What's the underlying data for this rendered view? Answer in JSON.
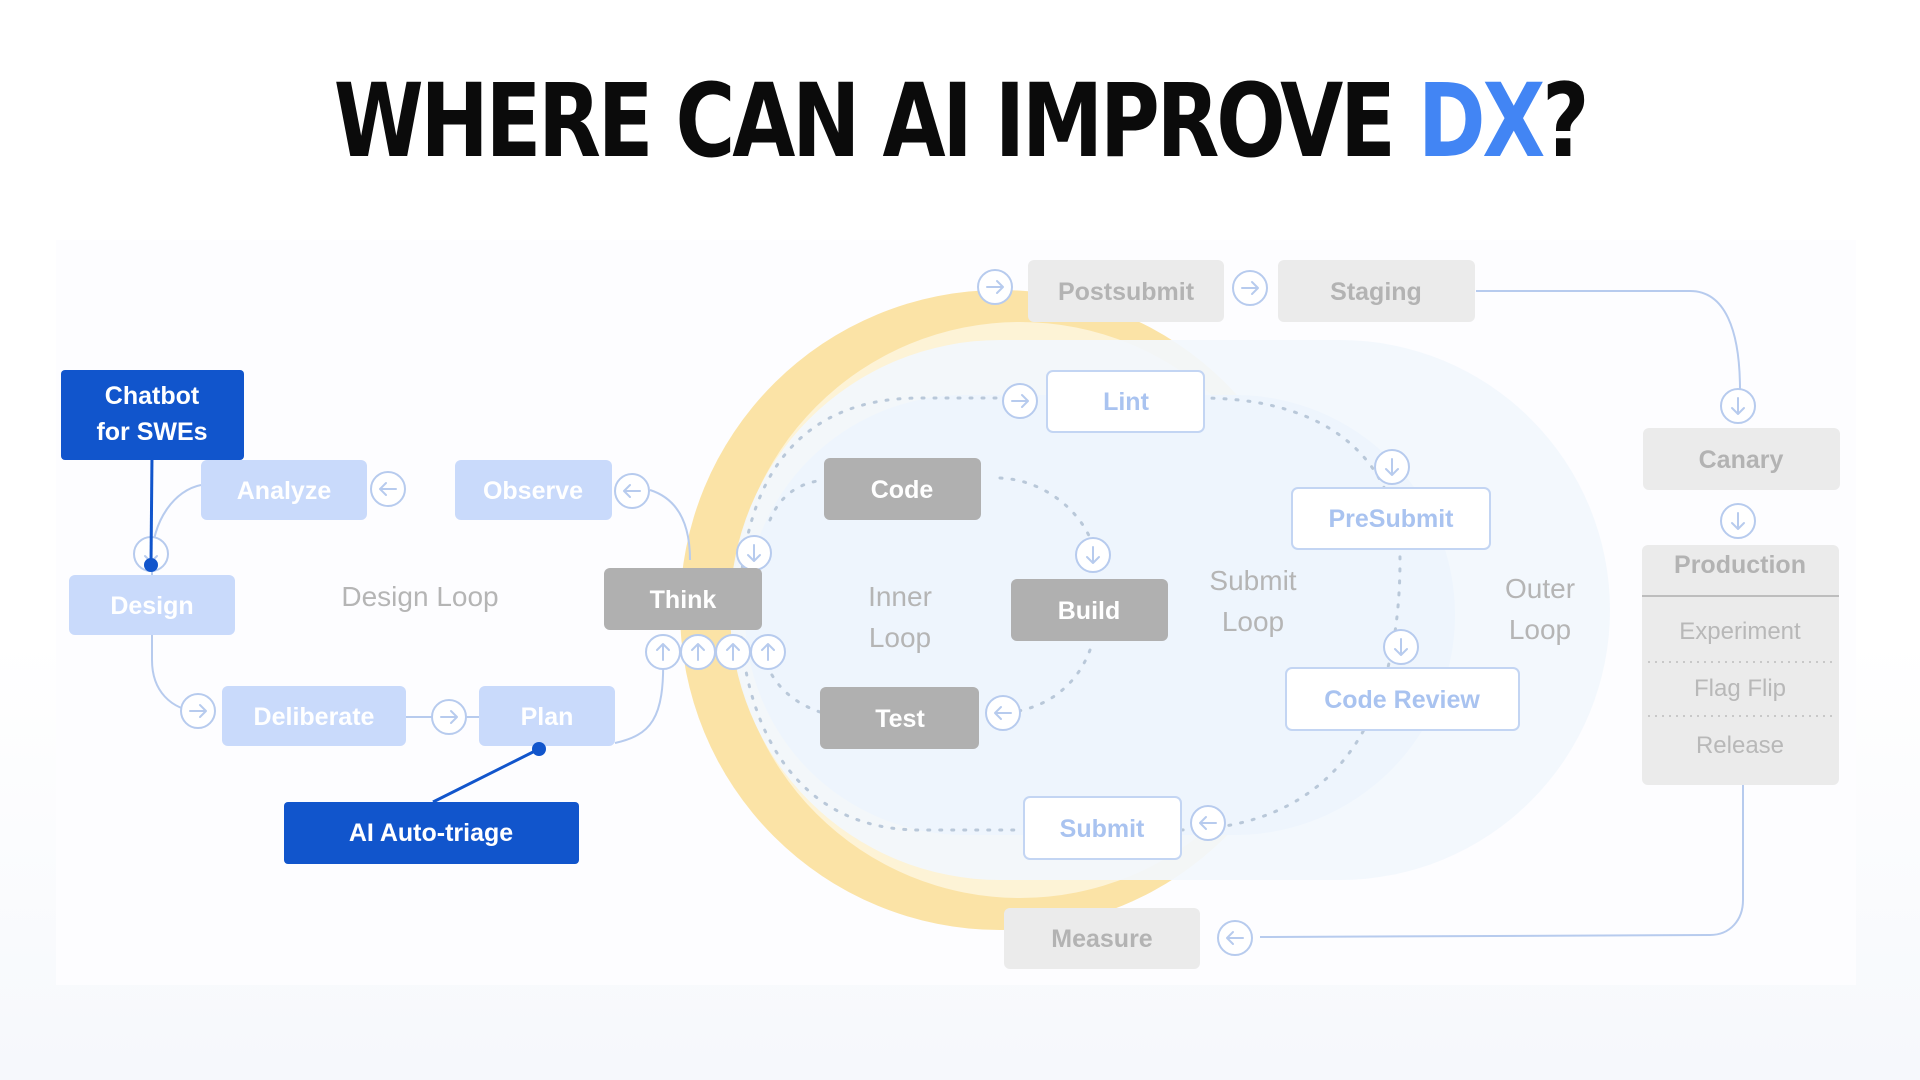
{
  "title": {
    "main": "WHERE CAN AI IMPROVE ",
    "accent": "DX",
    "suffix": "?"
  },
  "colors": {
    "accent": "#4285f4",
    "callout": "#1155cc",
    "design_box": "#c9dafb",
    "design_text": "#ffffff",
    "gray_box": "#b0b0b0",
    "light_box": "#ebebeb",
    "light_text": "#b3b3b3",
    "outline_text": "#a9c3f0",
    "outer_yellow": "#fbe3a6"
  },
  "design_loop": {
    "label": "Design Loop",
    "nodes": {
      "analyze": "Analyze",
      "observe": "Observe",
      "design": "Design",
      "deliberate": "Deliberate",
      "plan": "Plan"
    }
  },
  "think": "Think",
  "inner_loop": {
    "label_1": "Inner",
    "label_2": "Loop",
    "code": "Code",
    "build": "Build",
    "test": "Test"
  },
  "submit_loop": {
    "label_1": "Submit",
    "label_2": "Loop",
    "lint": "Lint",
    "presubmit": "PreSubmit",
    "code_review": "Code Review",
    "submit": "Submit"
  },
  "outer_loop": {
    "label_1": "Outer",
    "label_2": "Loop",
    "postsubmit": "Postsubmit",
    "staging": "Staging",
    "canary": "Canary",
    "production": {
      "header": "Production",
      "items": [
        "Experiment",
        "Flag Flip",
        "Release"
      ]
    },
    "measure": "Measure"
  },
  "callouts": {
    "chatbot_line1": "Chatbot",
    "chatbot_line2": "for SWEs",
    "auto_triage": "AI Auto-triage"
  }
}
